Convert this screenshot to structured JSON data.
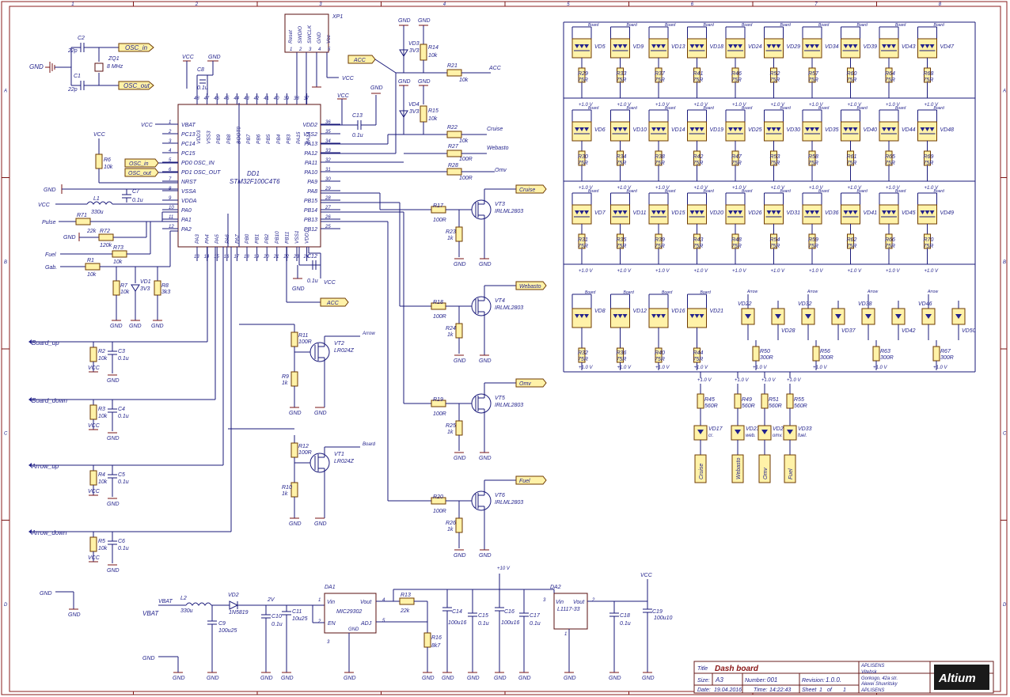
{
  "frame": {
    "top_columns": [
      "1",
      "2",
      "3",
      "4",
      "5",
      "6",
      "7",
      "8"
    ],
    "side_rows": [
      "A",
      "B",
      "C",
      "D"
    ]
  },
  "power": {
    "gnd": "GND",
    "vcc": "VCC",
    "acc": "ACC",
    "vbat": "VBAT",
    "v10": "+10 V",
    "v2": "2V"
  },
  "oscillator": {
    "c2": "C2",
    "c2v": "22p",
    "c1": "C1",
    "c1v": "22p",
    "zq1": "ZQ1",
    "zq1v": "8 MHz",
    "osc_in": "OSC_in",
    "osc_out": "OSC_out"
  },
  "mcu": {
    "ref": "DD1",
    "part": "STM32F100C4T6",
    "left_pins": [
      {
        "num": "1",
        "name": "VBAT"
      },
      {
        "num": "2",
        "name": "PC13"
      },
      {
        "num": "3",
        "name": "PC14"
      },
      {
        "num": "4",
        "name": "PC15"
      },
      {
        "num": "5",
        "name": "PD0 OSC_IN"
      },
      {
        "num": "6",
        "name": "PD1 OSC_OUT"
      },
      {
        "num": "7",
        "name": "NRST"
      },
      {
        "num": "8",
        "name": "VSSA"
      },
      {
        "num": "9",
        "name": "VDDA"
      },
      {
        "num": "10",
        "name": "PA0"
      },
      {
        "num": "11",
        "name": "PA1"
      },
      {
        "num": "12",
        "name": "PA2"
      }
    ],
    "right_pins": [
      {
        "num": "36",
        "name": "VDD2"
      },
      {
        "num": "35",
        "name": "VSS2"
      },
      {
        "num": "34",
        "name": "PA13"
      },
      {
        "num": "33",
        "name": "PA12"
      },
      {
        "num": "32",
        "name": "PA11"
      },
      {
        "num": "31",
        "name": "PA10"
      },
      {
        "num": "30",
        "name": "PA9"
      },
      {
        "num": "29",
        "name": "PA8"
      },
      {
        "num": "28",
        "name": "PB15"
      },
      {
        "num": "27",
        "name": "PB14"
      },
      {
        "num": "26",
        "name": "PB13"
      },
      {
        "num": "25",
        "name": "PB12"
      }
    ],
    "top_pins": [
      {
        "num": "48",
        "name": "VDD3"
      },
      {
        "num": "47",
        "name": "VSS3"
      },
      {
        "num": "46",
        "name": "PB9"
      },
      {
        "num": "45",
        "name": "PB8"
      },
      {
        "num": "44",
        "name": "BOOT0"
      },
      {
        "num": "43",
        "name": "PB7"
      },
      {
        "num": "42",
        "name": "PB6"
      },
      {
        "num": "41",
        "name": "PB5"
      },
      {
        "num": "40",
        "name": "PB4"
      },
      {
        "num": "39",
        "name": "PB3"
      },
      {
        "num": "38",
        "name": "PA15"
      },
      {
        "num": "37",
        "name": "PA14"
      }
    ],
    "bottom_pins": [
      {
        "num": "13",
        "name": "PA3"
      },
      {
        "num": "14",
        "name": "PA4"
      },
      {
        "num": "15",
        "name": "PA5"
      },
      {
        "num": "16",
        "name": "PA6"
      },
      {
        "num": "17",
        "name": "PA7"
      },
      {
        "num": "18",
        "name": "PB0"
      },
      {
        "num": "19",
        "name": "PB1"
      },
      {
        "num": "20",
        "name": "PB2"
      },
      {
        "num": "21",
        "name": "PB10"
      },
      {
        "num": "22",
        "name": "PB11"
      },
      {
        "num": "23",
        "name": "VSS1"
      },
      {
        "num": "24",
        "name": "VDD1"
      }
    ]
  },
  "connector": {
    "ref": "XP1",
    "pins": [
      {
        "num": "1",
        "name": "Reset"
      },
      {
        "num": "2",
        "name": "SWDIO"
      },
      {
        "num": "3",
        "name": "SWCLK"
      },
      {
        "num": "4",
        "name": "GND"
      },
      {
        "num": "5",
        "name": "Vcc"
      }
    ]
  },
  "misc_parts": {
    "c8": "C8",
    "c8v": "0.1u",
    "c13": "C13",
    "c13v": "0.1u",
    "c7": "C7",
    "c7v": "0.1u",
    "l1": "L1",
    "l1v": "330u",
    "r6": "R6",
    "r6v": "10k",
    "r71": "R71",
    "r72": "R72",
    "r72v": "22k",
    "r73": "R73",
    "r73v": "120k",
    "r73b": "10k",
    "r1": "R1",
    "r1v": "10k",
    "r7": "R7",
    "r7v": "10k",
    "vd1": "VD1",
    "vd1v": "3V3",
    "r8": "R8",
    "r8v": "3k3",
    "c12": "C12",
    "c12v": "0.1u",
    "vd3": "VD3",
    "vd3v": "3V3",
    "r14": "R14",
    "r14v": "10k",
    "r21": "R21",
    "r21v": "10k",
    "vd4": "VD4",
    "vd4v": "3V3",
    "r15": "R15",
    "r15v": "10k",
    "r22": "R22",
    "r22v": "10k",
    "r27": "R27",
    "r27v": "100R",
    "r28": "R28",
    "r28v": "100R"
  },
  "inputs": [
    {
      "label": "Pulse"
    },
    {
      "label": "Fuel"
    },
    {
      "label": "Gab."
    }
  ],
  "outputs": [
    {
      "label": "Cruise"
    },
    {
      "label": "Webasto"
    },
    {
      "label": "Omv"
    }
  ],
  "buttons": [
    {
      "label": "Board_up",
      "r": "R2",
      "c": "C3",
      "rv": "10k",
      "cv": "0.1u"
    },
    {
      "label": "Board_down",
      "r": "R3",
      "c": "C4",
      "rv": "10k",
      "cv": "0.1u"
    },
    {
      "label": "Arrow_up",
      "r": "R4",
      "c": "C5",
      "rv": "10k",
      "cv": "0.1u"
    },
    {
      "label": "Arrow_down",
      "r": "R5",
      "c": "C6",
      "rv": "10k",
      "cv": "0.1u"
    }
  ],
  "pmos": [
    {
      "ref": "VT2",
      "part": "LR024Z",
      "net": "Arrow",
      "r": "R11",
      "rv": "100R",
      "rb": "R9",
      "rbv": "1k"
    },
    {
      "ref": "VT1",
      "part": "LR024Z",
      "net": "Board",
      "r": "R12",
      "rv": "100R",
      "rb": "R10",
      "rbv": "1k"
    }
  ],
  "nmos": [
    {
      "ref": "VT3",
      "part": "IRLML2803",
      "net": "Cruise",
      "r": "R17",
      "rv": "100R",
      "rb": "R23",
      "rbv": "1k"
    },
    {
      "ref": "VT4",
      "part": "IRLML2803",
      "net": "Webasto",
      "r": "R18",
      "rv": "100R",
      "rb": "R24",
      "rbv": "1k"
    },
    {
      "ref": "VT5",
      "part": "IRLML2803",
      "net": "Omv",
      "r": "R19",
      "rv": "100R",
      "rb": "R25",
      "rbv": "1k"
    },
    {
      "ref": "VT6",
      "part": "IRLML2803",
      "net": "Fuel",
      "r": "R20",
      "rv": "100R",
      "rb": "R26",
      "rbv": "1k"
    }
  ],
  "led_rows": [
    {
      "leds": [
        "VD5",
        "VD9",
        "VD13",
        "VD18",
        "VD24",
        "VD29",
        "VD34",
        "VD39",
        "VD43",
        "VD47"
      ],
      "res": [
        "R29",
        "R33",
        "R37",
        "R41",
        "R46",
        "R52",
        "R57",
        "R60",
        "R64",
        "R68"
      ]
    },
    {
      "leds": [
        "VD6",
        "VD10",
        "VD14",
        "VD19",
        "VD25",
        "VD30",
        "VD35",
        "VD40",
        "VD44",
        "VD48"
      ],
      "res": [
        "R30",
        "R34",
        "R38",
        "R42",
        "R47",
        "R53",
        "R58",
        "R61",
        "R65",
        "R69"
      ]
    },
    {
      "leds": [
        "VD7",
        "VD11",
        "VD15",
        "VD20",
        "VD26",
        "VD31",
        "VD36",
        "VD41",
        "VD45",
        "VD49"
      ],
      "res": [
        "R31",
        "R35",
        "R39",
        "R43",
        "R48",
        "R54",
        "R59",
        "R62",
        "R66",
        "R70"
      ]
    }
  ],
  "led_row4": {
    "board_leds": [
      "VD8",
      "VD12",
      "VD16",
      "VD21"
    ],
    "board_res": [
      "R32",
      "R36",
      "R40",
      "R44"
    ],
    "arrow_leds": [
      "VD22",
      "VD28",
      "VD32",
      "VD37",
      "VD38",
      "VD42",
      "VD46",
      "VD50"
    ],
    "arrow_res": [
      "R50",
      "R56",
      "R63",
      "R67"
    ],
    "arrow_res_val": "300R"
  },
  "led_values": {
    "res": "75R",
    "net_board": "Board",
    "net_arrow": "Arrow",
    "v": "+1.0 V"
  },
  "indicators": [
    {
      "led": "VD17",
      "tag": "cr.",
      "r": "R45",
      "rv": "560R",
      "out": "Cruise"
    },
    {
      "led": "VD23",
      "tag": "web.",
      "r": "R49",
      "rv": "560R",
      "out": "Webasto"
    },
    {
      "led": "VD27",
      "tag": "omv.",
      "r": "R51",
      "rv": "560R",
      "out": "Omv"
    },
    {
      "led": "VD33",
      "tag": "fuel.",
      "r": "R55",
      "rv": "560R",
      "out": "Fuel"
    }
  ],
  "supply": {
    "l2": "L2",
    "l2v": "330u",
    "vd2": "VD2",
    "vd2v": "1N5819",
    "c9": "C9",
    "c9v": "100u25",
    "c10": "C10",
    "c10v": "0.1u",
    "c11": "C11",
    "c11v": "10u25",
    "da1": "DA1",
    "da1part": "MIC29302",
    "vin": "Vin",
    "vout": "Vout",
    "en": "EN",
    "adj": "ADJ",
    "gnd": "GND",
    "r13": "R13",
    "r13v": "22k",
    "r16": "R16",
    "r16v": "8k7",
    "c14": "C14",
    "c14v": "100u16",
    "c15": "C15",
    "c15v": "0.1u",
    "c16": "C16",
    "c16v": "100u16",
    "c17": "C17",
    "c17v": "0.1u",
    "da2": "DA2",
    "da2part": "L1117-33",
    "c18": "C18",
    "c18v": "0.1u",
    "c19": "C19",
    "c19v": "100u10"
  },
  "title_block": {
    "title_label": "Title",
    "title": "Dash board",
    "size_label": "Size:",
    "size": "A3",
    "number_label": "Number:",
    "number": "001",
    "revision_label": "Revision:",
    "revision": "1.0.0.",
    "date_label": "Date:",
    "date": "19.04.2016",
    "time_label": "Time:",
    "time": "14:22:43",
    "sheet_label": "Sheet",
    "sheet": "1",
    "of_label": "of",
    "of": "1",
    "company": "APLISENS",
    "addr1": "Vitebsk",
    "addr2": "Gorkogo, 42a str.",
    "addr3": "Alexei Shuvritsky",
    "company2": "APLISENS",
    "brand": "Altium"
  }
}
